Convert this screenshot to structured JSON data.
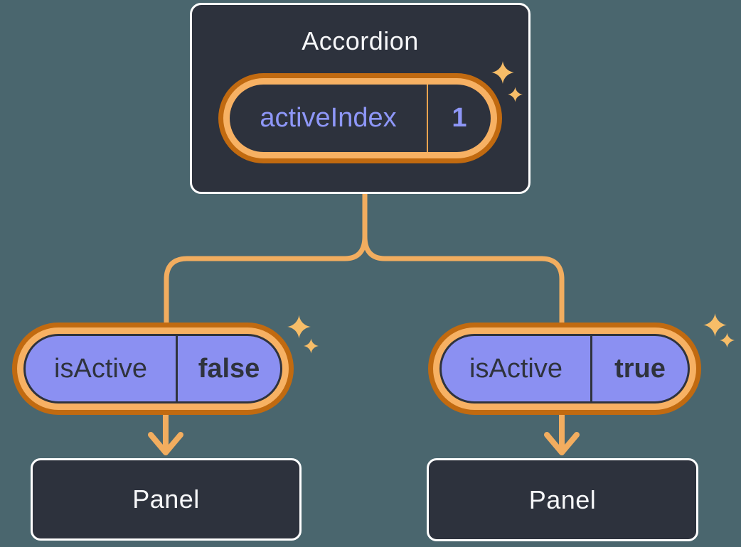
{
  "diagram": {
    "accordion": {
      "title": "Accordion",
      "state": {
        "name": "activeIndex",
        "value": "1"
      }
    },
    "branches": [
      {
        "prop": {
          "name": "isActive",
          "value": "false"
        },
        "panel": "Panel"
      },
      {
        "prop": {
          "name": "isActive",
          "value": "true"
        },
        "panel": "Panel"
      }
    ],
    "colors": {
      "background": "#4A666E",
      "card_fill": "#2D323D",
      "card_border": "#FFFFFF",
      "pill_fill": "#8B90F2",
      "ink_text": "#2F333D",
      "highlight_ring_outer": "#C16A10",
      "highlight_ring_inner": "#F7B163",
      "connector_line": "#F2AD5F",
      "sparkle": "#F7BD68",
      "state_text": "#8E97F8",
      "light_text": "#F6F7F9"
    }
  }
}
